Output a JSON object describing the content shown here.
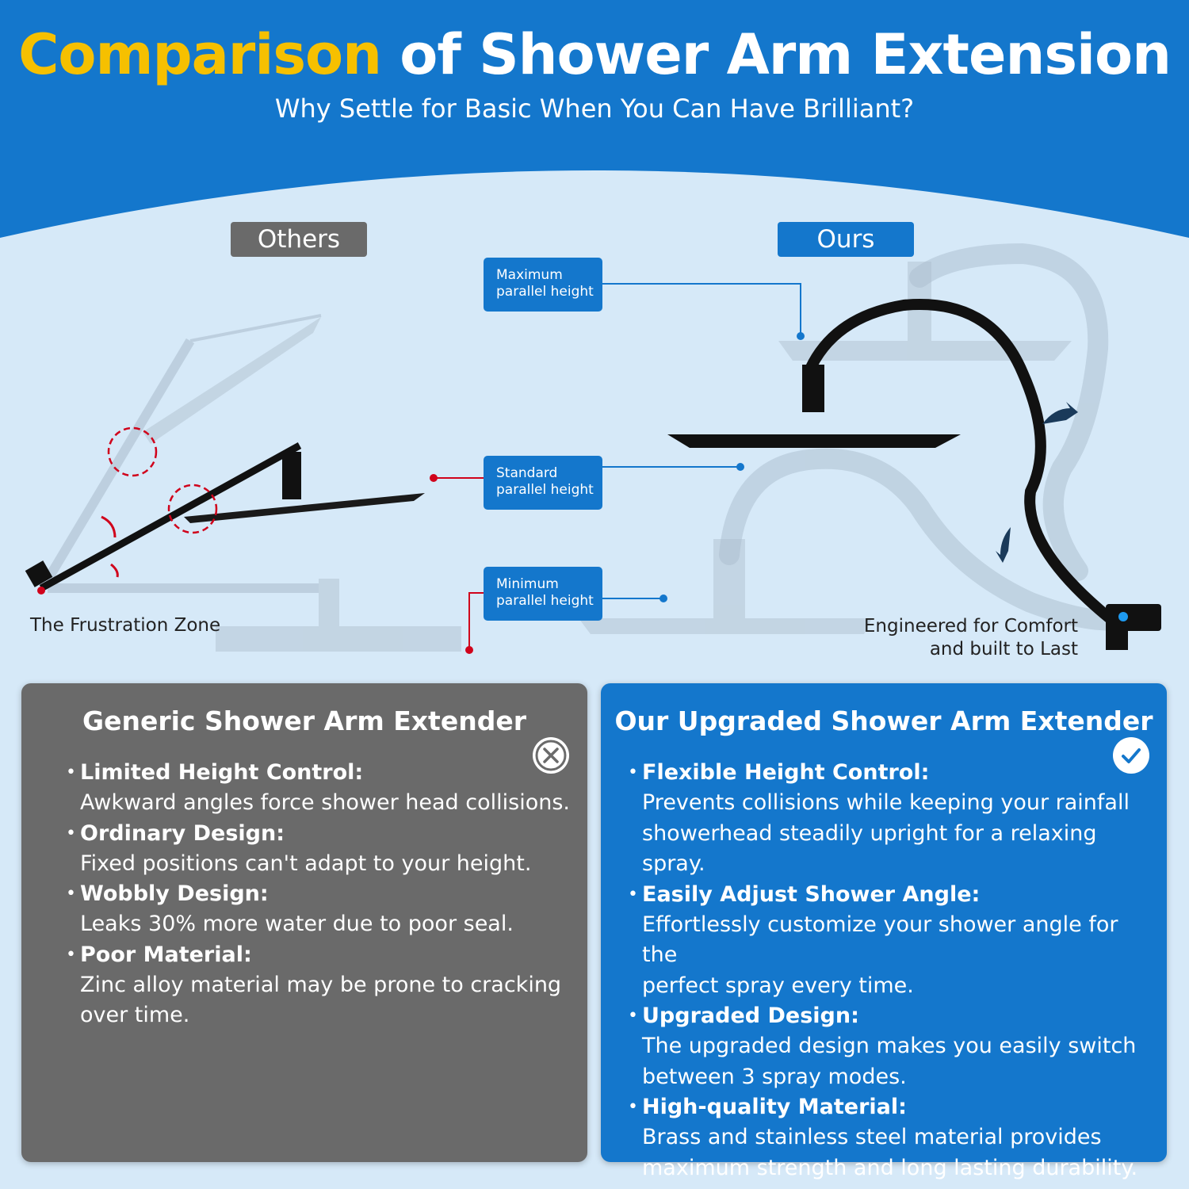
{
  "header": {
    "title_accent": "Comparison",
    "title_rest": "of Shower Arm Extension",
    "subtitle": "Why Settle for Basic When You Can Have Brilliant?"
  },
  "labels": {
    "others": "Others",
    "ours": "Ours"
  },
  "height_tags": {
    "maximum": [
      "Maximum",
      "parallel height"
    ],
    "standard": [
      "Standard",
      "parallel height"
    ],
    "minimum": [
      "Minimum",
      "parallel height"
    ]
  },
  "captions": {
    "left": "The Frustration Zone",
    "right_line1": "Engineered for Comfort",
    "right_line2": "and built to Last"
  },
  "generic_card": {
    "title": "Generic Shower Arm Extender",
    "icon": "x-circle-icon",
    "items": [
      {
        "heading": "Limited Height Control:",
        "lines": [
          "Awkward angles force shower head collisions."
        ]
      },
      {
        "heading": "Ordinary Design:",
        "lines": [
          "Fixed positions can't adapt to your height."
        ]
      },
      {
        "heading": "Wobbly Design:",
        "lines": [
          "Leaks 30% more water due to poor seal."
        ]
      },
      {
        "heading": "Poor Material:",
        "lines": [
          "Zinc alloy material may be prone to cracking",
          "over time."
        ]
      }
    ]
  },
  "ours_card": {
    "title": "Our Upgraded Shower Arm Extender",
    "icon": "check-circle-icon",
    "items": [
      {
        "heading": "Flexible Height Control:",
        "lines": [
          "Prevents collisions while keeping your rainfall",
          "showerhead steadily upright for a relaxing spray."
        ]
      },
      {
        "heading": "Easily Adjust Shower Angle:",
        "lines": [
          "Effortlessly customize your shower angle for the",
          "perfect spray every time."
        ]
      },
      {
        "heading": "Upgraded Design:",
        "lines": [
          "The upgraded design makes you easily switch",
          "between 3 spray modes."
        ]
      },
      {
        "heading": "High-quality Material:",
        "lines": [
          "Brass and stainless steel material provides",
          "maximum strength and long lasting durability."
        ]
      }
    ]
  },
  "colors": {
    "brand_blue": "#1477cc",
    "accent_yellow": "#f6c000",
    "generic_gray": "#6a6a6a",
    "background_light_blue": "#d6e9f8",
    "marker_red": "#d0021b"
  }
}
